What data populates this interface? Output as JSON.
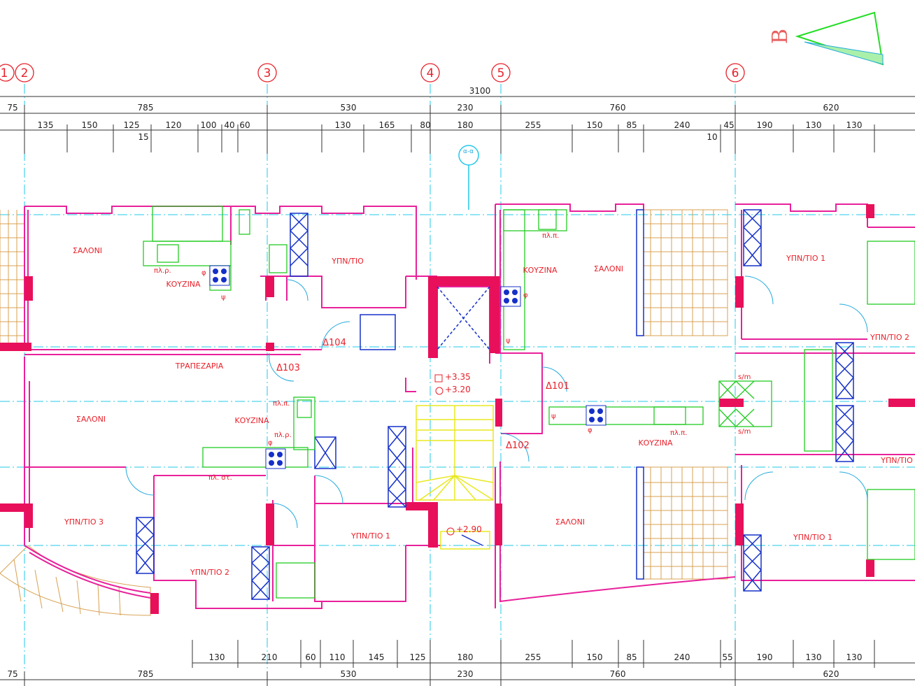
{
  "orientation_letter": "B",
  "total_dimension": "3100",
  "axis_markers": [
    "1",
    "2",
    "3",
    "4",
    "5",
    "6"
  ],
  "top_dimensions": [
    "75",
    "785",
    "530",
    "230",
    "760",
    "620"
  ],
  "top_sub_dimensions": [
    "135",
    "150",
    "125",
    "120",
    "100",
    "40",
    "60",
    "15",
    "130",
    "165",
    "80",
    "180",
    "255",
    "150",
    "85",
    "240",
    "10",
    "45",
    "190",
    "130",
    "130"
  ],
  "bottom_sub_dimensions": [
    "130",
    "210",
    "60",
    "110",
    "145",
    "125",
    "180",
    "255",
    "150",
    "85",
    "240",
    "55",
    "190",
    "130",
    "130"
  ],
  "bottom_dimensions": [
    "75",
    "785",
    "530",
    "230",
    "760",
    "620"
  ],
  "section_marker": "α-α",
  "rooms": {
    "saloni": "ΣΑΛΟΝΙ",
    "kouzina": "ΚΟΥΖΙΝΑ",
    "trapezaria": "ΤΡΑΠΕΖΑΡΙΑ",
    "bedroom1": "ΥΠΝ/ΤΙΟ 1",
    "bedroom2": "ΥΠΝ/ΤΙΟ 2",
    "bedroom3": "ΥΠΝ/ΤΙΟ 3",
    "bedroom": "ΥΠΝ/ΤΙΟ"
  },
  "doors": [
    "Δ101",
    "Δ102",
    "Δ103",
    "Δ104"
  ],
  "levels": [
    "+3.35",
    "+3.20",
    "+2.90"
  ],
  "fixture_labels": {
    "pl_r": "πλ.ρ.",
    "pl_p": "πλ.π.",
    "pl_st": "πλ. στ.",
    "sm": "s/m",
    "psi": "ψ",
    "phi": "φ"
  },
  "colors": {
    "walls": "#e8209a",
    "columns": "#e8105a",
    "grid": "#22c8e8",
    "dimension": "#333333",
    "fixtures_blue": "#1530c8",
    "fixtures_green": "#22cc22",
    "stairs": "#e8e820",
    "tiles": "#d8a050",
    "labels_red": "#e8202a"
  }
}
